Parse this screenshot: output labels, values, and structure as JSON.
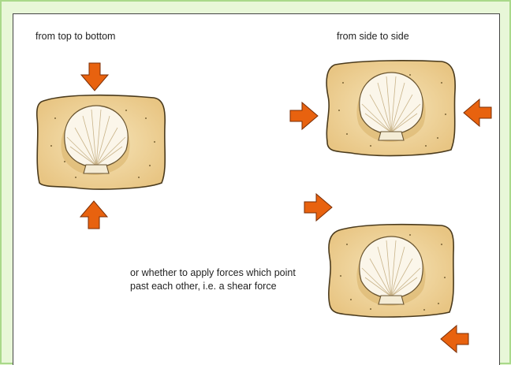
{
  "labels": {
    "top_bottom": "from top to bottom",
    "side_side": "from side to side",
    "shear_caption": "or whether to apply forces which point past each other, i.e. a shear force"
  },
  "colors": {
    "arrow_fill": "#e8620f",
    "arrow_stroke": "#7a2e05",
    "sand": "#f1d9a2",
    "sand_edge": "#4a3a1c",
    "shell": "#fbf6ea",
    "shell_lines": "#b9a57a",
    "background": "#e8f7d8",
    "panel": "#ffffff"
  },
  "icons": [
    "arrow-down-icon",
    "arrow-up-icon",
    "arrow-right-icon",
    "arrow-left-icon",
    "fossil-shell-icon"
  ]
}
